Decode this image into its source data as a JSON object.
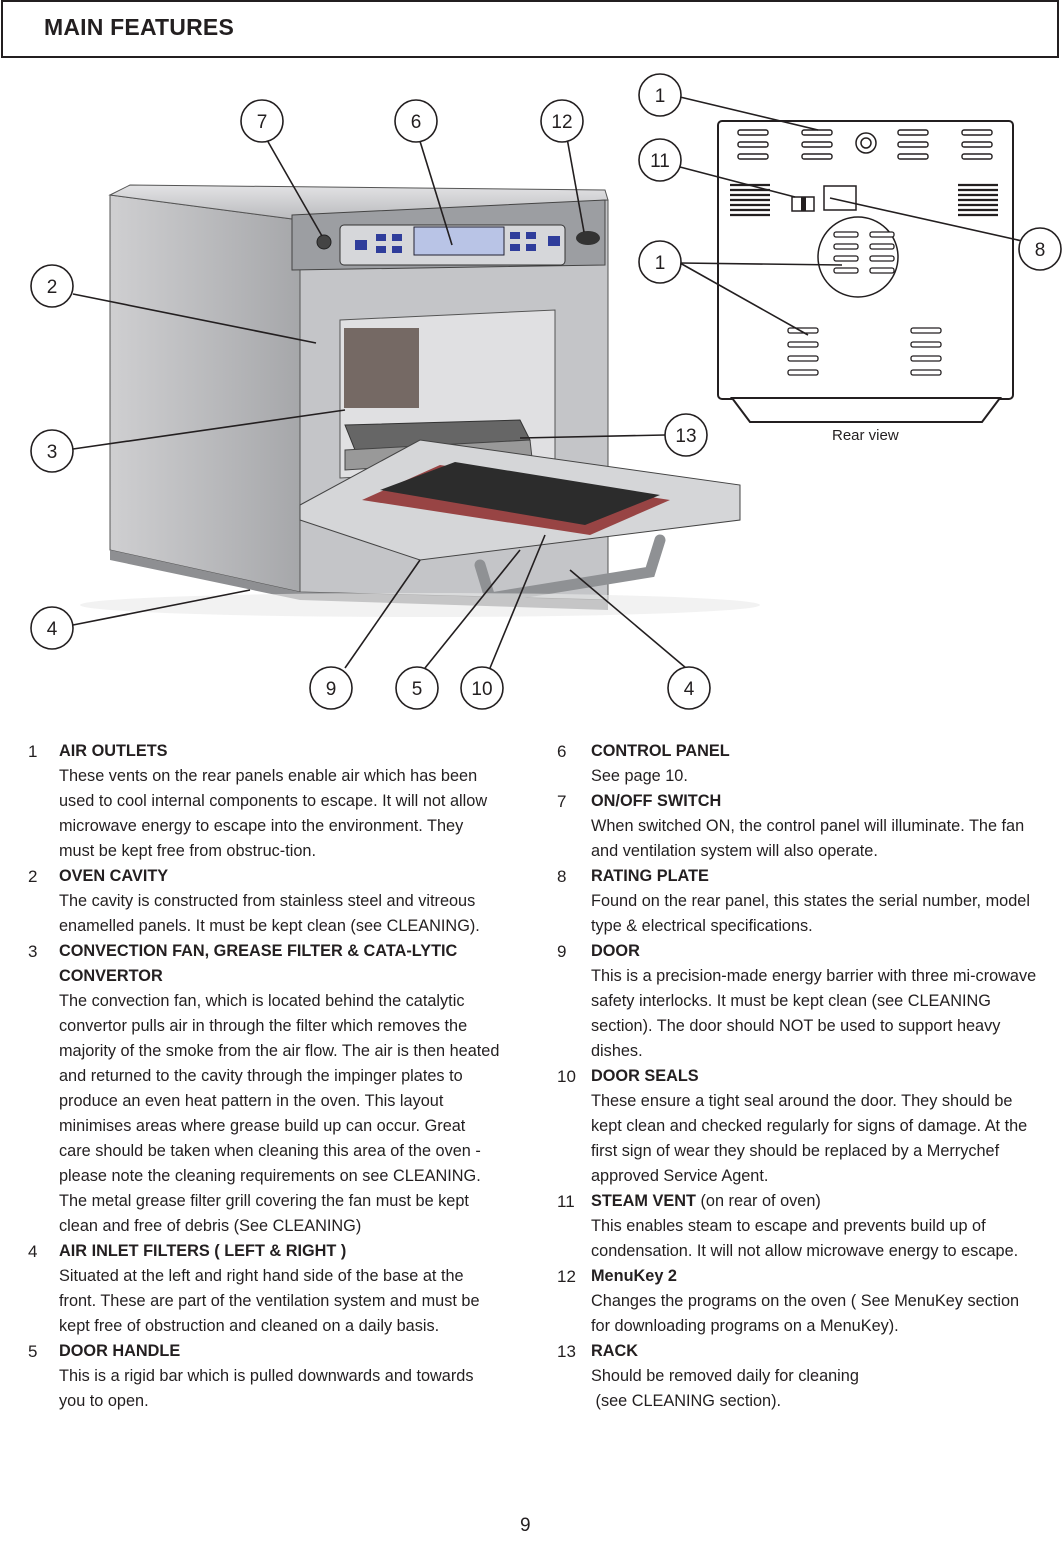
{
  "header": {
    "title": "MAIN FEATURES"
  },
  "figure": {
    "rear_caption": "Rear view",
    "callouts": [
      "1",
      "11",
      "1",
      "8",
      "7",
      "6",
      "12",
      "2",
      "3",
      "13",
      "4",
      "9",
      "5",
      "10",
      "4"
    ]
  },
  "left_items": [
    {
      "num": "1",
      "title": "AIR OUTLETS",
      "title_suffix": "",
      "body": "These vents on the rear panels enable air which has been used to cool internal components to escape. It will not allow microwave energy to escape into the environment. They must be kept free from obstruc-tion."
    },
    {
      "num": "2",
      "title": "OVEN CAVITY",
      "title_suffix": "",
      "body": "The cavity is constructed from stainless steel and vitreous enamelled panels.  It must be kept clean (see CLEANING)."
    },
    {
      "num": "3",
      "title": "CONVECTION FAN,  GREASE FILTER & CATA-LYTIC CONVERTOR",
      "title_suffix": "",
      "body": "The convection fan, which is located behind the catalytic convertor pulls air in through the filter which removes the majority of the smoke from the air flow. The air is then heated and returned to the cavity through the impinger plates to produce an even heat pattern in the oven. This layout minimises areas where grease build up can occur. Great care should be taken when cleaning this area of the oven - please note the cleaning requirements on see CLEANING.",
      "body2": "The metal grease filter grill covering the fan must be kept clean and free of debris (See CLEANING)"
    },
    {
      "num": "4",
      "title": "AIR INLET FILTERS ( LEFT & RIGHT )",
      "title_suffix": "",
      "body": "Situated at the left and right hand side of the base at the front. These are part of the ventilation system and must be kept free of obstruction and cleaned on a daily basis."
    },
    {
      "num": "5",
      "title": "DOOR HANDLE",
      "title_suffix": "",
      "body": "This is a rigid bar which is pulled downwards and towards you to open."
    }
  ],
  "right_items": [
    {
      "num": "6",
      "title": "CONTROL PANEL",
      "title_suffix": "",
      "body": "See page 10."
    },
    {
      "num": "7",
      "title": "ON/OFF SWITCH",
      "title_suffix": "",
      "body": "When switched ON, the control panel will illuminate. The fan and ventilation system will also operate."
    },
    {
      "num": "8",
      "title": "RATING PLATE",
      "title_suffix": "",
      "body": "Found on the rear panel, this states the serial number, model type & electrical specifications."
    },
    {
      "num": "9",
      "title": "DOOR",
      "title_suffix": "",
      "body": "This is a precision-made energy barrier with three mi-crowave safety interlocks. It must be kept clean (see CLEANING section). The door should NOT be used to support heavy dishes."
    },
    {
      "num": "10",
      "title": "DOOR SEALS",
      "title_suffix": "",
      "body": "These ensure a tight seal around the door.  They should be kept clean and checked regularly for signs of damage.  At the first sign of wear they should be replaced by a Merrychef approved Service Agent."
    },
    {
      "num": "11",
      "title": "STEAM VENT",
      "title_suffix": " (on rear of oven)",
      "body": "This enables steam to escape and prevents build up of condensation. It will not allow microwave energy to escape."
    },
    {
      "num": "12",
      "title": "MenuKey 2",
      "title_suffix": "",
      "body": "Changes the programs on the oven ( See MenuKey section for downloading programs on a MenuKey)."
    },
    {
      "num": "13",
      "title": "RACK",
      "title_suffix": "",
      "body": "Should be removed daily for cleaning",
      "body2": " (see CLEANING section)."
    }
  ],
  "footer": {
    "page_number": "9"
  }
}
